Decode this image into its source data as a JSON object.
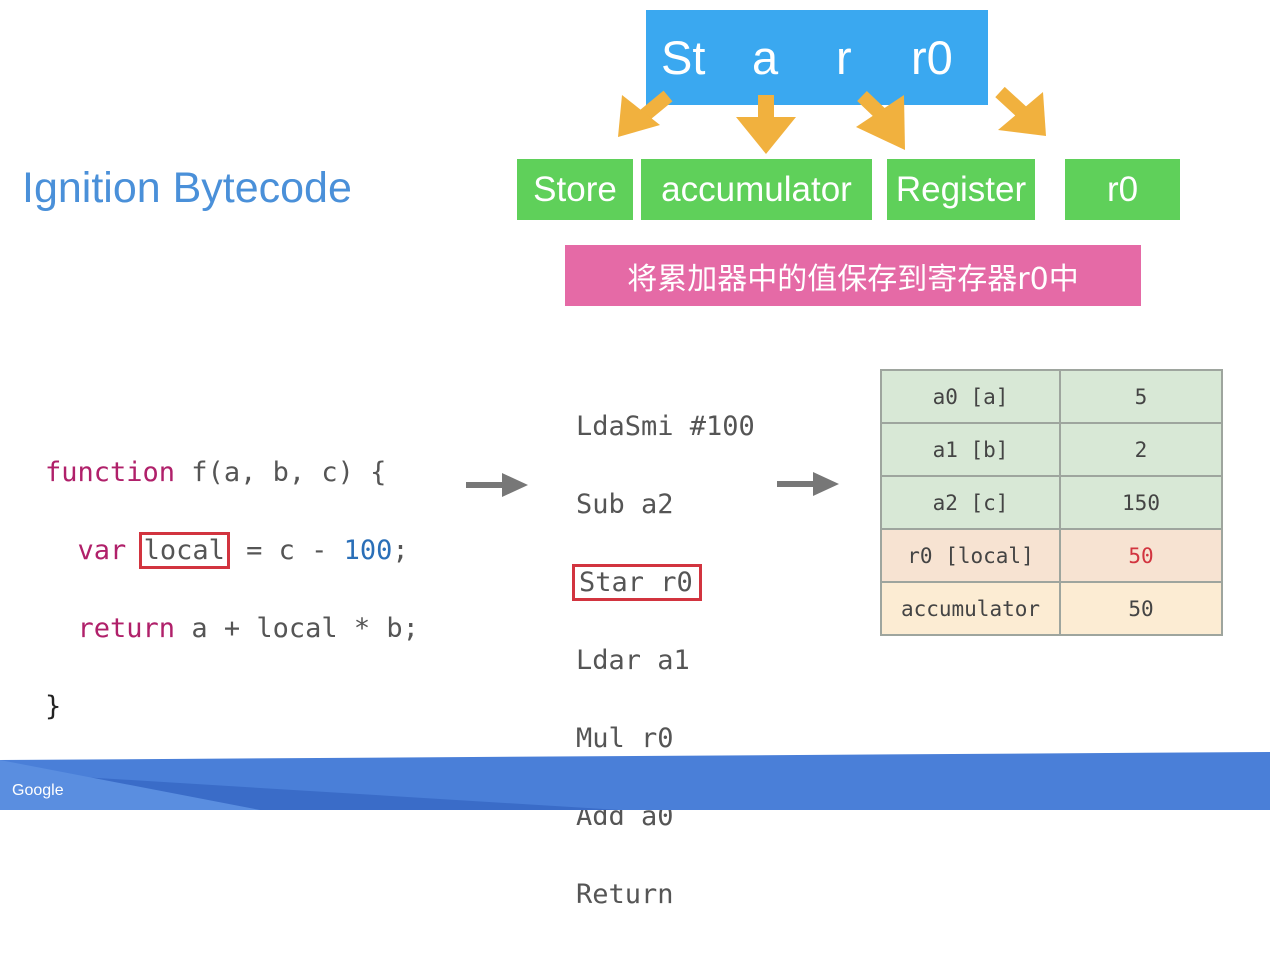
{
  "title": "Ignition Bytecode",
  "mnemonic": {
    "parts": [
      "St",
      "a",
      "r",
      "r0"
    ]
  },
  "words": [
    "Store",
    "accumulator",
    "Register",
    "r0"
  ],
  "meaning": "将累加器中的值保存到寄存器r0中",
  "source_code": {
    "line1_kw": "function",
    "line1_rest": " f(a, b, c) {",
    "line2_kw": "var",
    "line2_local": "local",
    "line2_mid": " = c - ",
    "line2_num": "100",
    "line2_end": ";",
    "line3_kw": "return",
    "line3_rest": " a + local * b;",
    "line4": "}"
  },
  "bytecode": {
    "lines": [
      "LdaSmi #100",
      "Sub a2",
      "Star r0",
      "Ldar a1",
      "Mul r0",
      "Add a0",
      "Return"
    ]
  },
  "registers": [
    {
      "name": "a0 [a]",
      "value": "5"
    },
    {
      "name": "a1 [b]",
      "value": "2"
    },
    {
      "name": "a2 [c]",
      "value": "150"
    },
    {
      "name": "r0 [local]",
      "value": "50"
    },
    {
      "name": "accumulator",
      "value": "50"
    }
  ],
  "footer": {
    "logo": "Google"
  },
  "colors": {
    "title": "#4a90d9",
    "mnemonic_bg": "#3aa8f0",
    "word_bg": "#5fd05a",
    "meaning_bg": "#e56aa6",
    "arrow_orange": "#f1b13e",
    "highlight_red": "#d2343f"
  }
}
